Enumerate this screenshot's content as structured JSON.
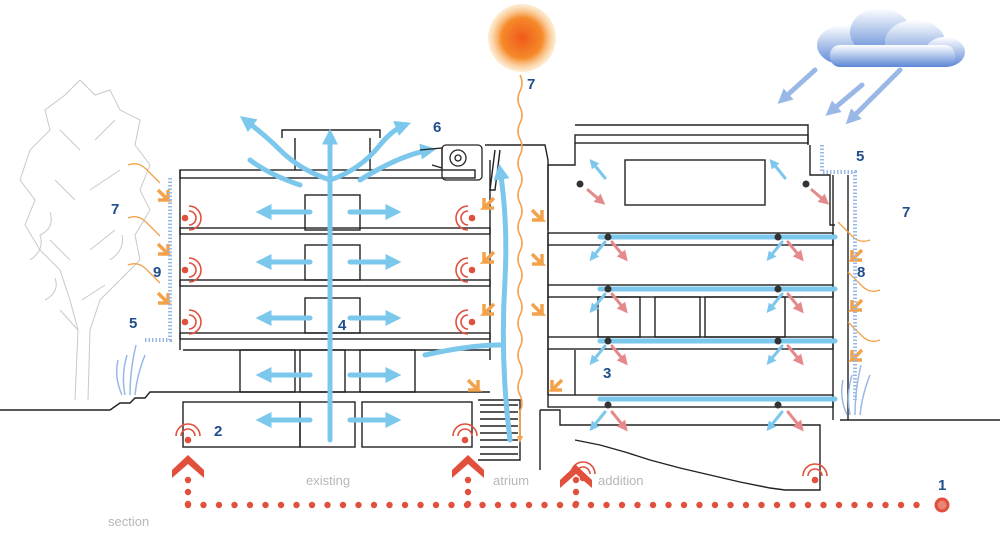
{
  "labels": {
    "section": "section",
    "existing": "existing",
    "atrium": "atrium",
    "addition": "addition"
  },
  "callouts": {
    "c1": "1",
    "c2": "2",
    "c3": "3",
    "c4": "4",
    "c5_left": "5",
    "c5_right": "5",
    "c6": "6",
    "c7_sun": "7",
    "c7_left": "7",
    "c7_right": "7",
    "c8": "8",
    "c9": "9"
  },
  "colors": {
    "outline": "#222222",
    "air_flow": "#7cc7ec",
    "warm_air": "#e58a8a",
    "sun_ray": "#f3a24b",
    "callout": "#1f4e8c",
    "geothermal": "#e0503c",
    "rain": "#9ab8e6",
    "caption": "#b7b7b7",
    "tree": "#c9c9c9"
  },
  "icons": {
    "sun": "sun-icon",
    "cloud": "cloud-icon",
    "fan": "fan-icon",
    "heat_source": "radiant-heat-icon",
    "geothermal": "geothermal-well-icon"
  }
}
